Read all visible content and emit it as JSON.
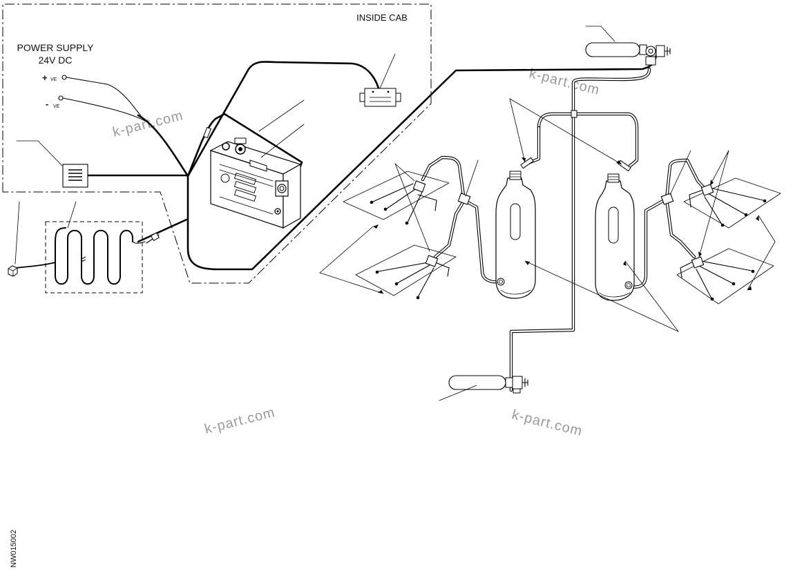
{
  "labels": {
    "power_supply_line1": "POWER SUPPLY",
    "power_supply_line2": "24V DC",
    "positive_sign": "+",
    "negative_sign": "-",
    "ve_positive": "VE",
    "ve_negative": "VE",
    "inside_cab": "INSIDE CAB",
    "drawing_number": "NW015002"
  },
  "watermarks": [
    "k-part.com",
    "k-part.com",
    "k-part.com",
    "k-part.com"
  ]
}
